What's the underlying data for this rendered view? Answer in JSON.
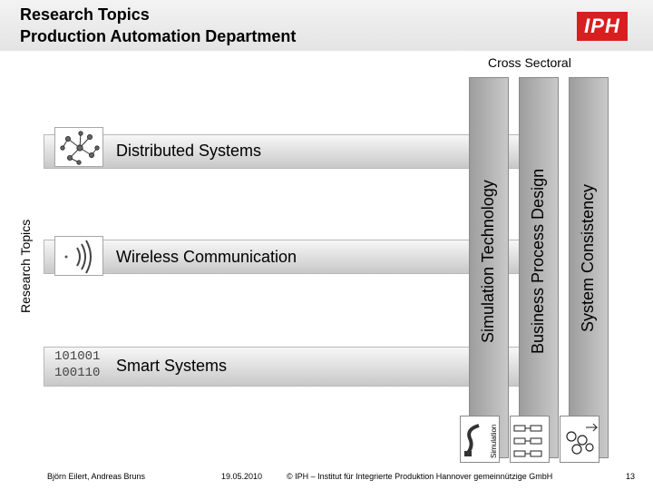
{
  "header": {
    "title_line1": "Research Topics",
    "title_line2": "Production Automation Department",
    "logo": "IPH"
  },
  "cross_sectoral_label": "Cross Sectoral",
  "research_topics_label": "Research Topics",
  "rows": [
    {
      "label": "Distributed Systems",
      "icon": "network-graph-icon"
    },
    {
      "label": "Wireless Communication",
      "icon": "wireless-signal-icon"
    },
    {
      "label": "Smart Systems",
      "icon": "binary-code-icon",
      "icon_text": [
        "101001",
        "100110"
      ]
    }
  ],
  "columns": [
    {
      "label": "Simulation Technology",
      "icon": "simulation-icon",
      "icon_caption": "Simulation"
    },
    {
      "label": "Business Process Design",
      "icon": "process-flow-icon"
    },
    {
      "label": "System Consistency",
      "icon": "consistency-icon"
    }
  ],
  "footer": {
    "authors": "Björn Eilert, Andreas Bruns",
    "date": "19.05.2010",
    "copyright": "© IPH – Institut für Integrierte Produktion Hannover gemeinnützige GmbH",
    "page": "13"
  }
}
